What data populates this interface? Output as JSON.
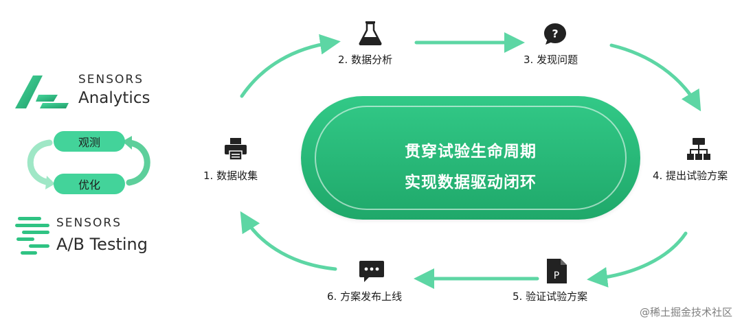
{
  "branding": {
    "analytics_top": "SENSORS",
    "analytics_bottom": "Analytics",
    "abtesting_top": "SENSORS",
    "abtesting_bottom": "A/B Testing"
  },
  "cycle": {
    "top_label": "观测",
    "bottom_label": "优化"
  },
  "center": {
    "line1": "贯穿试验生命周期",
    "line2": "实现数据驱动闭环"
  },
  "steps": [
    {
      "label": "1. 数据收集",
      "icon": "printer-icon"
    },
    {
      "label": "2. 数据分析",
      "icon": "flask-icon"
    },
    {
      "label": "3. 发现问题",
      "icon": "question-bubble-icon"
    },
    {
      "label": "4. 提出试验方案",
      "icon": "hierarchy-icon"
    },
    {
      "label": "5. 验证试验方案",
      "icon": "document-p-icon"
    },
    {
      "label": "6. 方案发布上线",
      "icon": "chat-bubble-icon"
    }
  ],
  "watermark": "@稀土掘金技术社区",
  "colors": {
    "accent": "#2fc383",
    "arrow": "#5dd6a4",
    "pill": "#43d39a",
    "icon": "#222222"
  }
}
